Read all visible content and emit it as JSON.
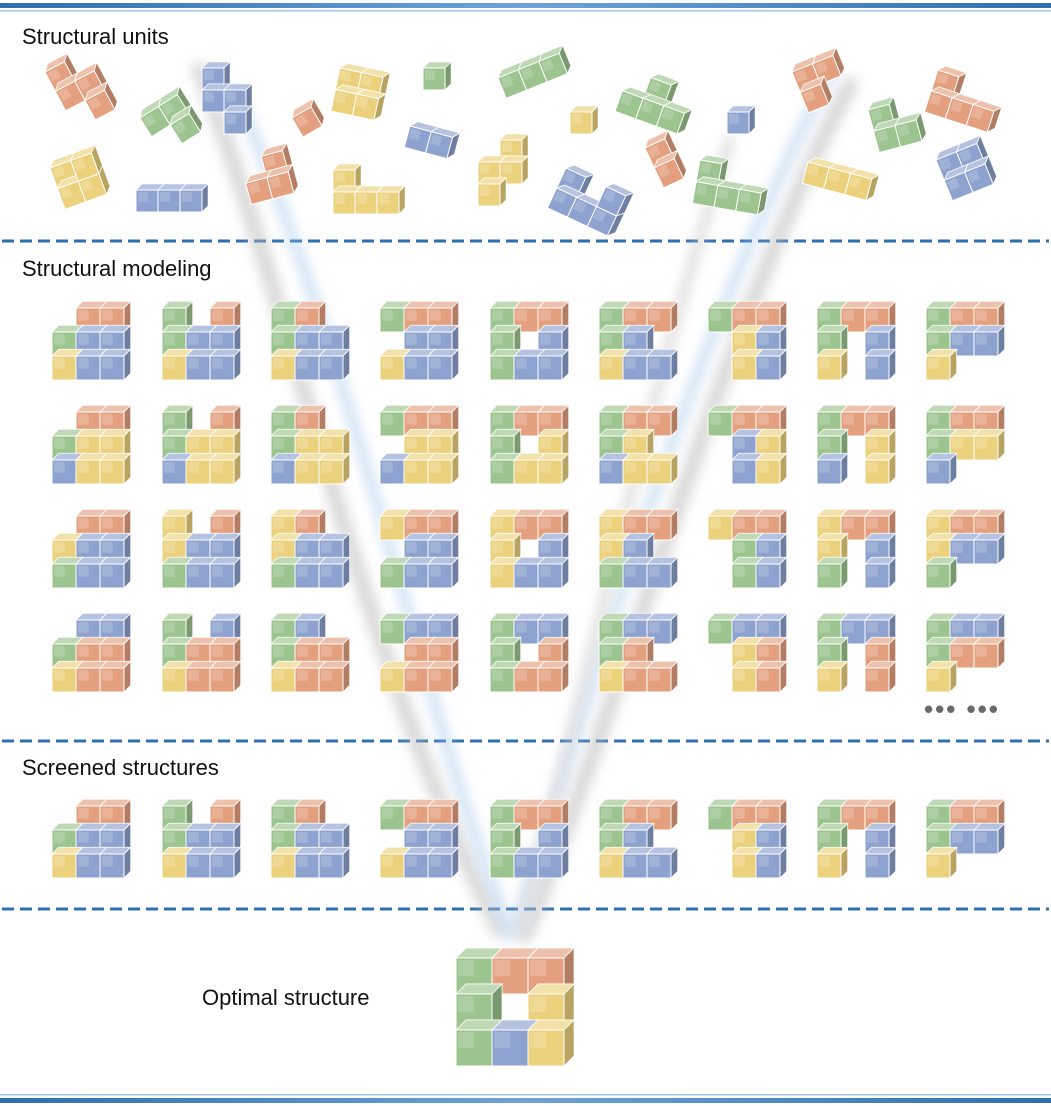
{
  "sections": {
    "units": "Structural units",
    "modeling": "Structural modeling",
    "screened": "Screened structures",
    "optimal": "Optimal structure"
  },
  "ellipsis": "••• •••",
  "colors": {
    "orange": "#e4a07e",
    "blue": "#8da2cf",
    "green": "#9cc48e",
    "yellow": "#ecd17c",
    "divider": "#2f6fb0"
  },
  "patterns": [
    [
      [
        null,
        "o",
        "o"
      ],
      [
        "g",
        "b",
        "b"
      ],
      [
        "y",
        "b",
        "b"
      ]
    ],
    [
      [
        "g",
        null,
        "o"
      ],
      [
        "g",
        "b",
        "b"
      ],
      [
        "y",
        "b",
        "b"
      ]
    ],
    [
      [
        "g",
        "o",
        null
      ],
      [
        "g",
        "b",
        "b"
      ],
      [
        "y",
        "b",
        "b"
      ]
    ],
    [
      [
        "g",
        "o",
        "o"
      ],
      [
        null,
        "b",
        "b"
      ],
      [
        "y",
        "b",
        "b"
      ]
    ],
    [
      [
        "g",
        "o",
        "o"
      ],
      [
        "g",
        null,
        "b"
      ],
      [
        "g",
        "b",
        "b"
      ]
    ],
    [
      [
        "g",
        "o",
        "o"
      ],
      [
        "g",
        "b",
        null
      ],
      [
        "y",
        "b",
        "b"
      ]
    ],
    [
      [
        "g",
        "o",
        "o"
      ],
      [
        null,
        "y",
        "b"
      ],
      [
        null,
        "y",
        "b"
      ]
    ],
    [
      [
        "g",
        "o",
        "o"
      ],
      [
        "g",
        null,
        "b"
      ],
      [
        "y",
        null,
        "b"
      ]
    ],
    [
      [
        "g",
        "o",
        "o"
      ],
      [
        "g",
        "b",
        "b"
      ],
      [
        "y",
        null,
        null
      ]
    ]
  ],
  "optimal_grid": [
    [
      "g",
      "o",
      "o"
    ],
    [
      "g",
      null,
      "y"
    ],
    [
      "g",
      "b",
      "y"
    ]
  ]
}
